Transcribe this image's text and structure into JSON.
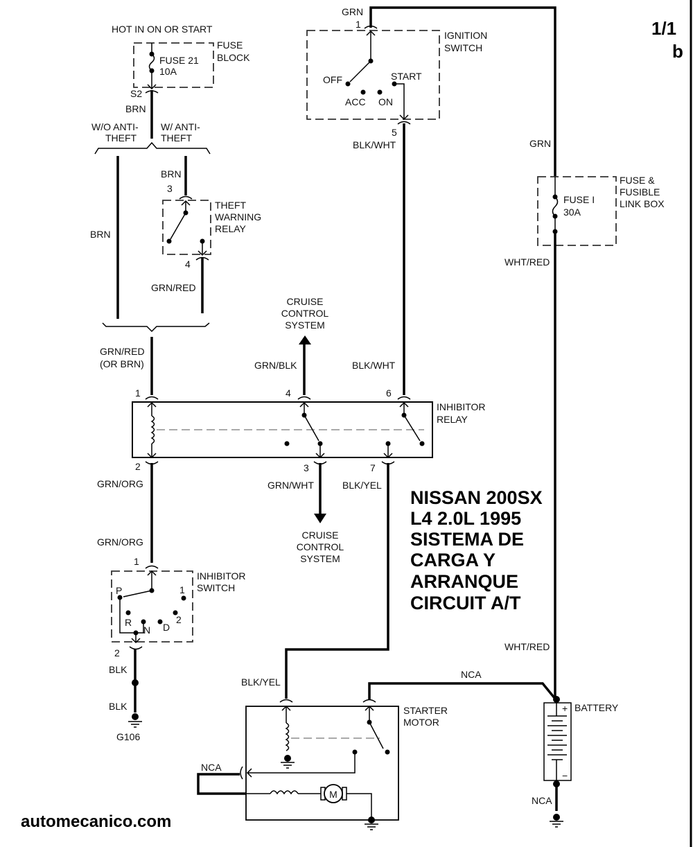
{
  "page": {
    "number": "1/1",
    "suffix": "b"
  },
  "title_block": {
    "lines": [
      "NISSAN 200SX",
      "L4 2.0L 1995",
      "SISTEMA  DE",
      "CARGA Y",
      "ARRANQUE",
      "CIRCUIT A/T"
    ]
  },
  "watermark": "automecanico.com",
  "fuse_block": {
    "supply_label": "HOT IN ON OR START",
    "name": [
      "FUSE",
      "BLOCK"
    ],
    "fuse": [
      "FUSE 21",
      "10A"
    ],
    "terminal": "S2",
    "wire_out": "BRN",
    "branch_left": [
      "W/O ANTI-",
      "THEFT"
    ],
    "branch_right": [
      "W/ ANTI-",
      "THEFT"
    ],
    "left_wire": "BRN"
  },
  "theft_relay": {
    "name": [
      "THEFT",
      "WARNING",
      "RELAY"
    ],
    "wire_in": "BRN",
    "pin_in": "3",
    "pin_out": "4",
    "wire_out": "GRN/RED"
  },
  "merge_wire": [
    "GRN/RED",
    "(OR BRN)"
  ],
  "ignition_switch": {
    "name": [
      "IGNITION",
      "SWITCH"
    ],
    "wire_in": "GRN",
    "pin_in": "1",
    "positions": [
      "OFF",
      "ACC",
      "ON",
      "START"
    ],
    "pin_out": "5",
    "wire_out": "BLK/WHT"
  },
  "fusible_link": {
    "name": [
      "FUSE &",
      "FUSIBLE",
      "LINK BOX"
    ],
    "fuse": [
      "FUSE I",
      "30A"
    ],
    "wire_in": "GRN",
    "wire_out": "WHT/RED"
  },
  "inhibitor_relay": {
    "name": [
      "INHIBITOR",
      "RELAY"
    ],
    "pins_top": [
      "1",
      "4",
      "6"
    ],
    "pins_bottom": [
      "2",
      "3",
      "7"
    ],
    "wire_pin4": "GRN/BLK",
    "wire_pin6": "BLK/WHT",
    "wire_pin2": "GRN/ORG",
    "wire_pin3": "GRN/WHT",
    "wire_pin7": "BLK/YEL"
  },
  "cruise_top": [
    "CRUISE",
    "CONTROL",
    "SYSTEM"
  ],
  "cruise_bottom": [
    "CRUISE",
    "CONTROL",
    "SYSTEM"
  ],
  "inhibitor_switch": {
    "name": [
      "INHIBITOR",
      "SWITCH"
    ],
    "wire_in": "GRN/ORG",
    "pin_in": "1",
    "positions": [
      "P",
      "R",
      "N",
      "D",
      "2",
      "1"
    ],
    "pin_out": "2",
    "wire_out": "BLK",
    "wire_ground": "BLK",
    "ground": "G106"
  },
  "starter_motor": {
    "name": [
      "STARTER",
      "MOTOR"
    ],
    "wire_in": "BLK/YEL",
    "side_wire": "NCA",
    "motor_symbol": "M"
  },
  "battery": {
    "name": "BATTERY",
    "wire_in": "WHT/RED",
    "starter_cable": "NCA",
    "ground_cable": "NCA",
    "plus": "+",
    "minus": "−"
  }
}
